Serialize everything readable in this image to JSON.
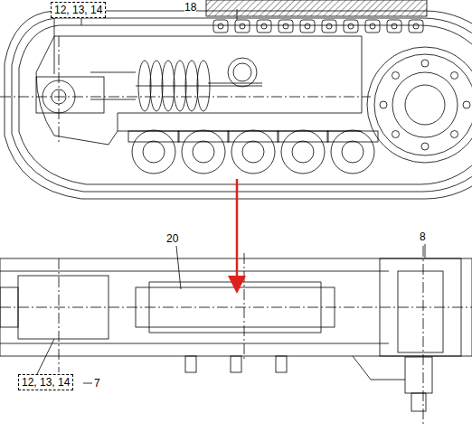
{
  "diagram": {
    "nodes": [
      {
        "text": [
          "12, 13, 14"
        ]
      },
      {
        "text": [
          "12, 13, 14"
        ]
      }
    ],
    "labels": [
      "18",
      "20",
      "8",
      "7"
    ]
  }
}
